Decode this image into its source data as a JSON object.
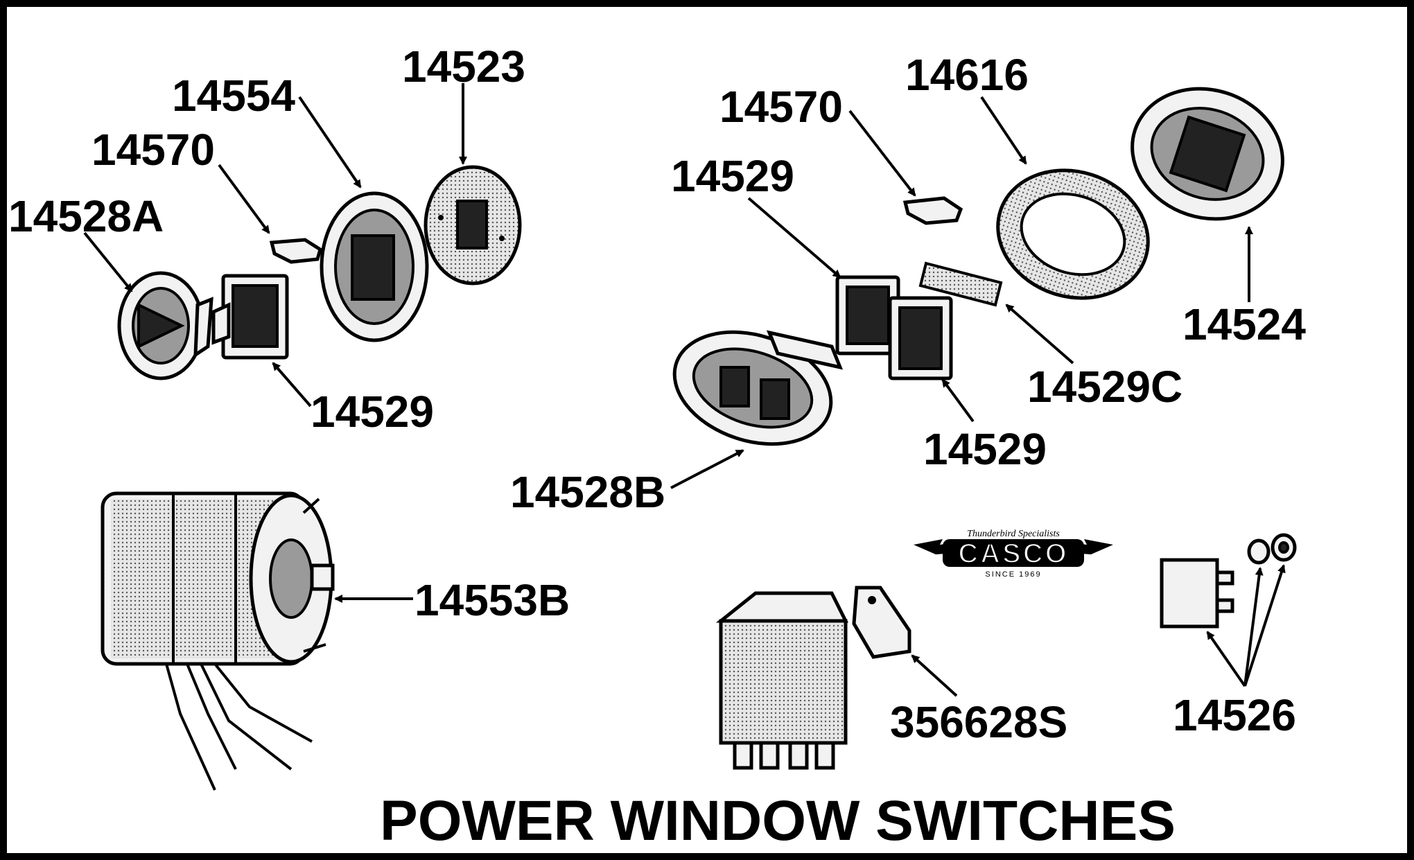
{
  "diagram": {
    "title": "POWER WINDOW SWITCHES",
    "part_labels": {
      "p14523": "14523",
      "p14554": "14554",
      "p14570_left": "14570",
      "p14528A": "14528A",
      "p14529_left": "14529",
      "p14570_right": "14570",
      "p14616": "14616",
      "p14529_top": "14529",
      "p14524": "14524",
      "p14529C": "14529C",
      "p14529_bottom": "14529",
      "p14528B": "14528B",
      "p14553B": "14553B",
      "p356628S": "356628S",
      "p14526": "14526"
    },
    "logo": {
      "tagline": "Thunderbird Specialists",
      "brand": "CASCO",
      "since": "SINCE 1969"
    }
  },
  "colors": {
    "ink": "#000000",
    "paper": "#ffffff",
    "shade": "#9a9a9a"
  }
}
